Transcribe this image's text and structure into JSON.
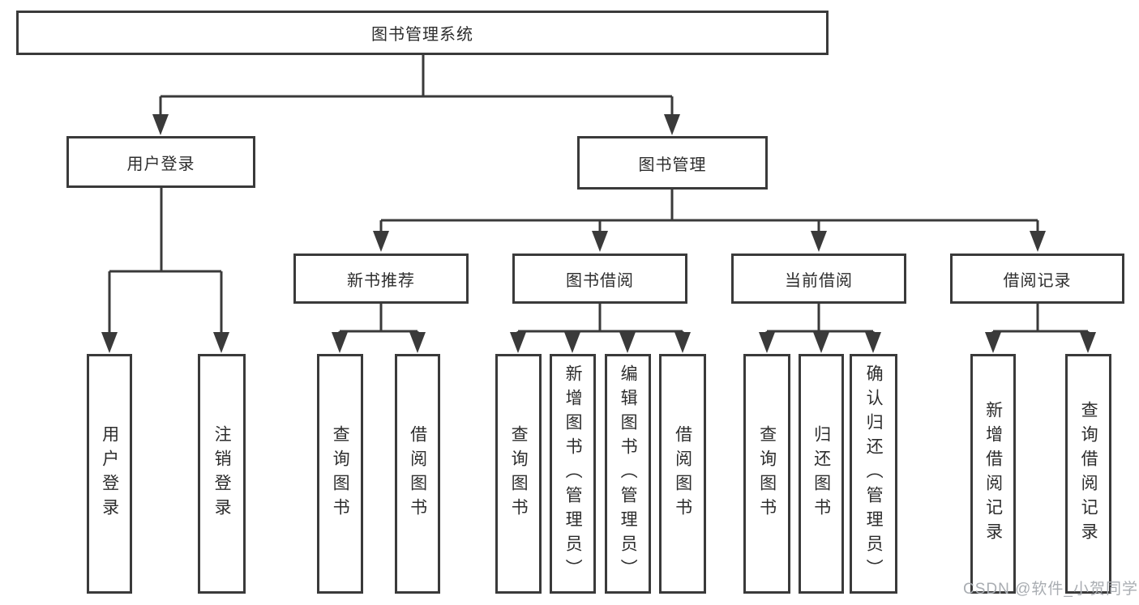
{
  "diagram": {
    "root": {
      "label": "图书管理系统"
    },
    "children": [
      {
        "label": "用户登录",
        "children": [
          {
            "label": "用户登录"
          },
          {
            "label": "注销登录"
          }
        ]
      },
      {
        "label": "图书管理",
        "children": [
          {
            "label": "新书推荐",
            "children": [
              {
                "label": "查询图书"
              },
              {
                "label": "借阅图书"
              }
            ]
          },
          {
            "label": "图书借阅",
            "children": [
              {
                "label": "查询图书"
              },
              {
                "label": "新增图书（管理员）"
              },
              {
                "label": "编辑图书（管理员）"
              },
              {
                "label": "借阅图书"
              }
            ]
          },
          {
            "label": "当前借阅",
            "children": [
              {
                "label": "查询图书"
              },
              {
                "label": "归还图书"
              },
              {
                "label": "确认归还（管理员）"
              }
            ]
          },
          {
            "label": "借阅记录",
            "children": [
              {
                "label": "新增借阅记录"
              },
              {
                "label": "查询借阅记录"
              }
            ]
          }
        ]
      }
    ]
  },
  "watermark": {
    "text": "CSDN @软件_小贺同学",
    "color": "#a9adb2"
  },
  "style": {
    "line_color": "#3a3a3a",
    "border_color": "#3a3a3a",
    "text_color": "#2d2d2d",
    "background": "#ffffff"
  }
}
